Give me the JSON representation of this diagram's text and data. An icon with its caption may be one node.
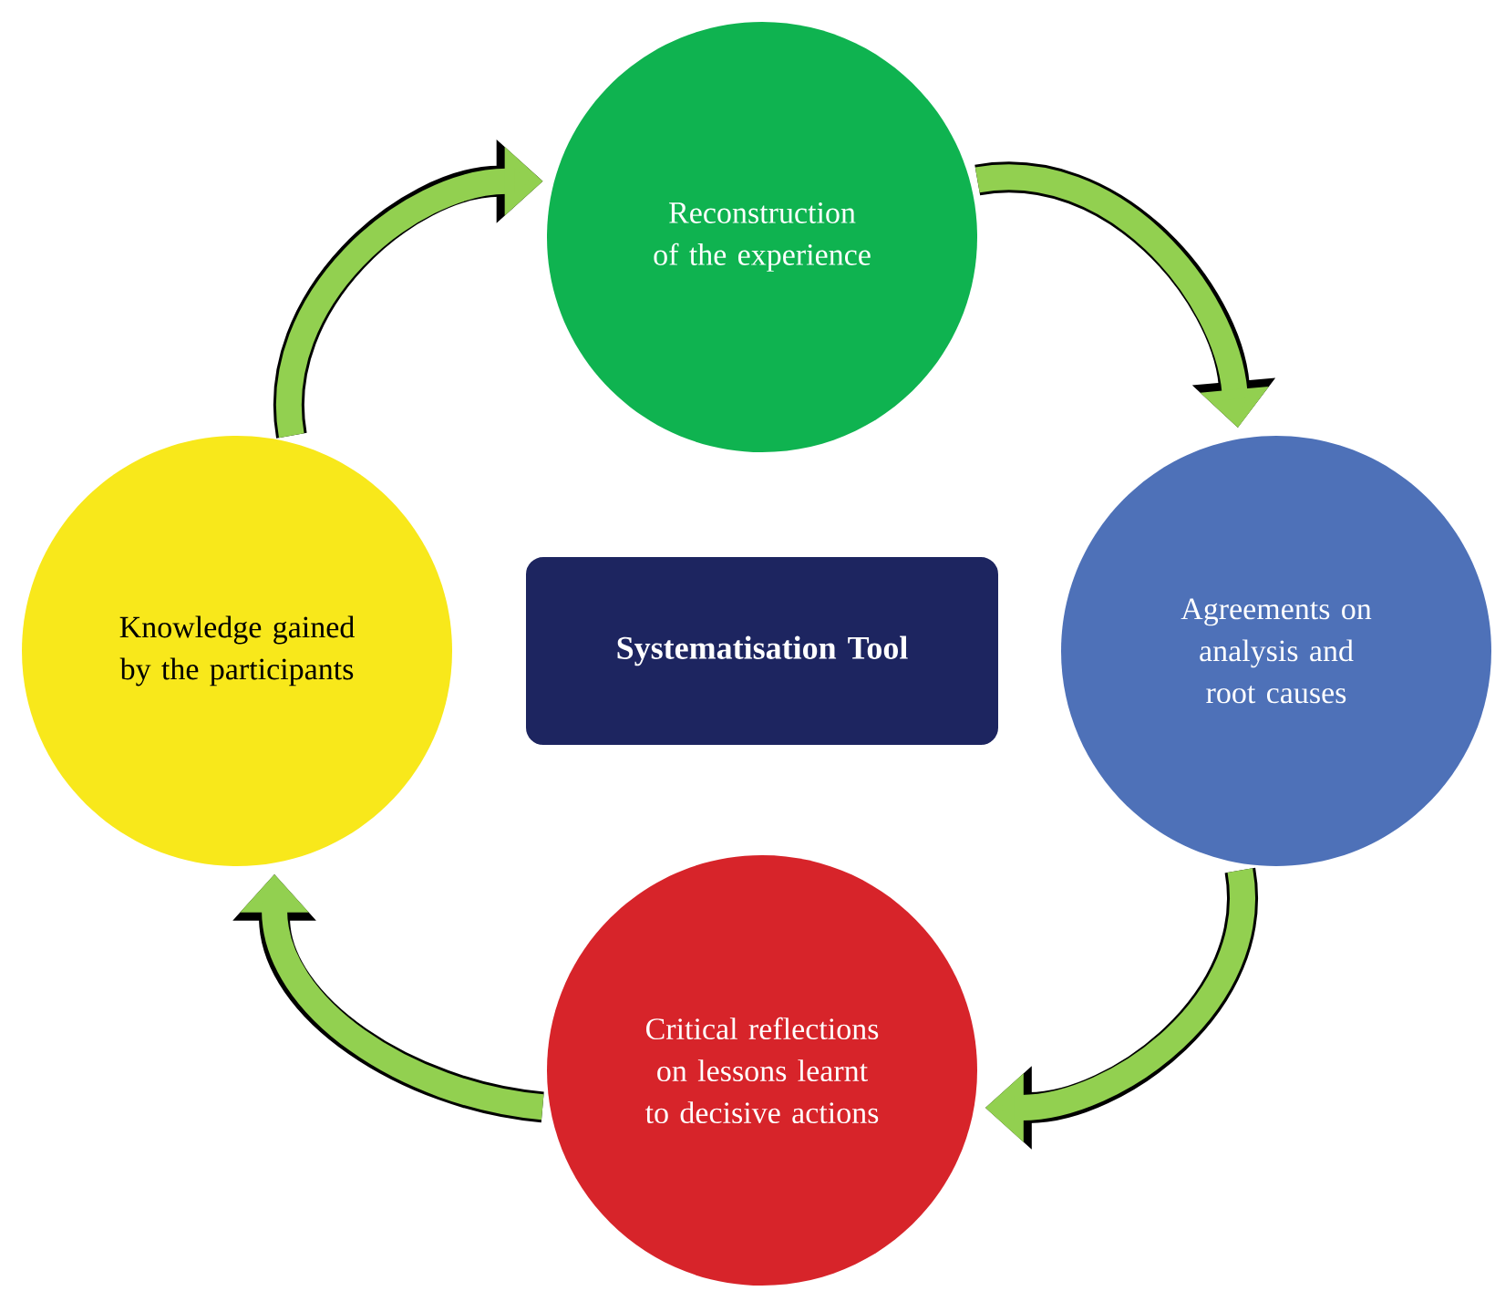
{
  "diagram": {
    "nodes": [
      {
        "text": [
          "Reconstruction of the experience"
        ]
      },
      {
        "text": [
          "Agreements on analysis and root causes"
        ]
      },
      {
        "text": [
          "Critical reflections on lessons learnt to decisive actions"
        ]
      },
      {
        "text": [
          "Knowledge gained by the participants"
        ]
      },
      {
        "text": [
          "Systematisation Tool"
        ]
      }
    ],
    "edges": [
      {
        "from": 0,
        "to": 1,
        "arrow": "to"
      },
      {
        "from": 1,
        "to": 2,
        "arrow": "to"
      },
      {
        "from": 2,
        "to": 3,
        "arrow": "to"
      },
      {
        "from": 3,
        "to": 0,
        "arrow": "to"
      }
    ]
  }
}
